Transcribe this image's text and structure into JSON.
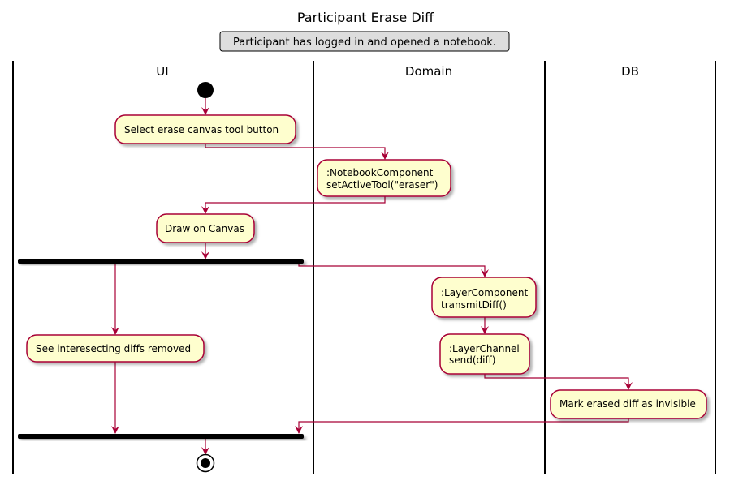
{
  "title": "Participant Erase Diff",
  "precondition": "Participant has logged in and opened a notebook.",
  "lanes": [
    "UI",
    "Domain",
    "DB"
  ],
  "activities": {
    "select_tool": [
      "Select erase canvas tool button"
    ],
    "set_tool": [
      ":NotebookComponent",
      "setActiveTool(\"eraser\")"
    ],
    "draw": [
      "Draw on Canvas"
    ],
    "transmit": [
      ":LayerComponent",
      "transmitDiff()"
    ],
    "send": [
      ":LayerChannel",
      "send(diff)"
    ],
    "see_removed": [
      "See interesecting diffs removed"
    ],
    "mark_invisible": [
      "Mark erased diff as invisible"
    ]
  },
  "colors": {
    "activity_fill": "#FEFECE",
    "activity_border": "#A80036",
    "arrow": "#A80036",
    "note_fill": "#DDDDDD",
    "bar": "#000000"
  }
}
